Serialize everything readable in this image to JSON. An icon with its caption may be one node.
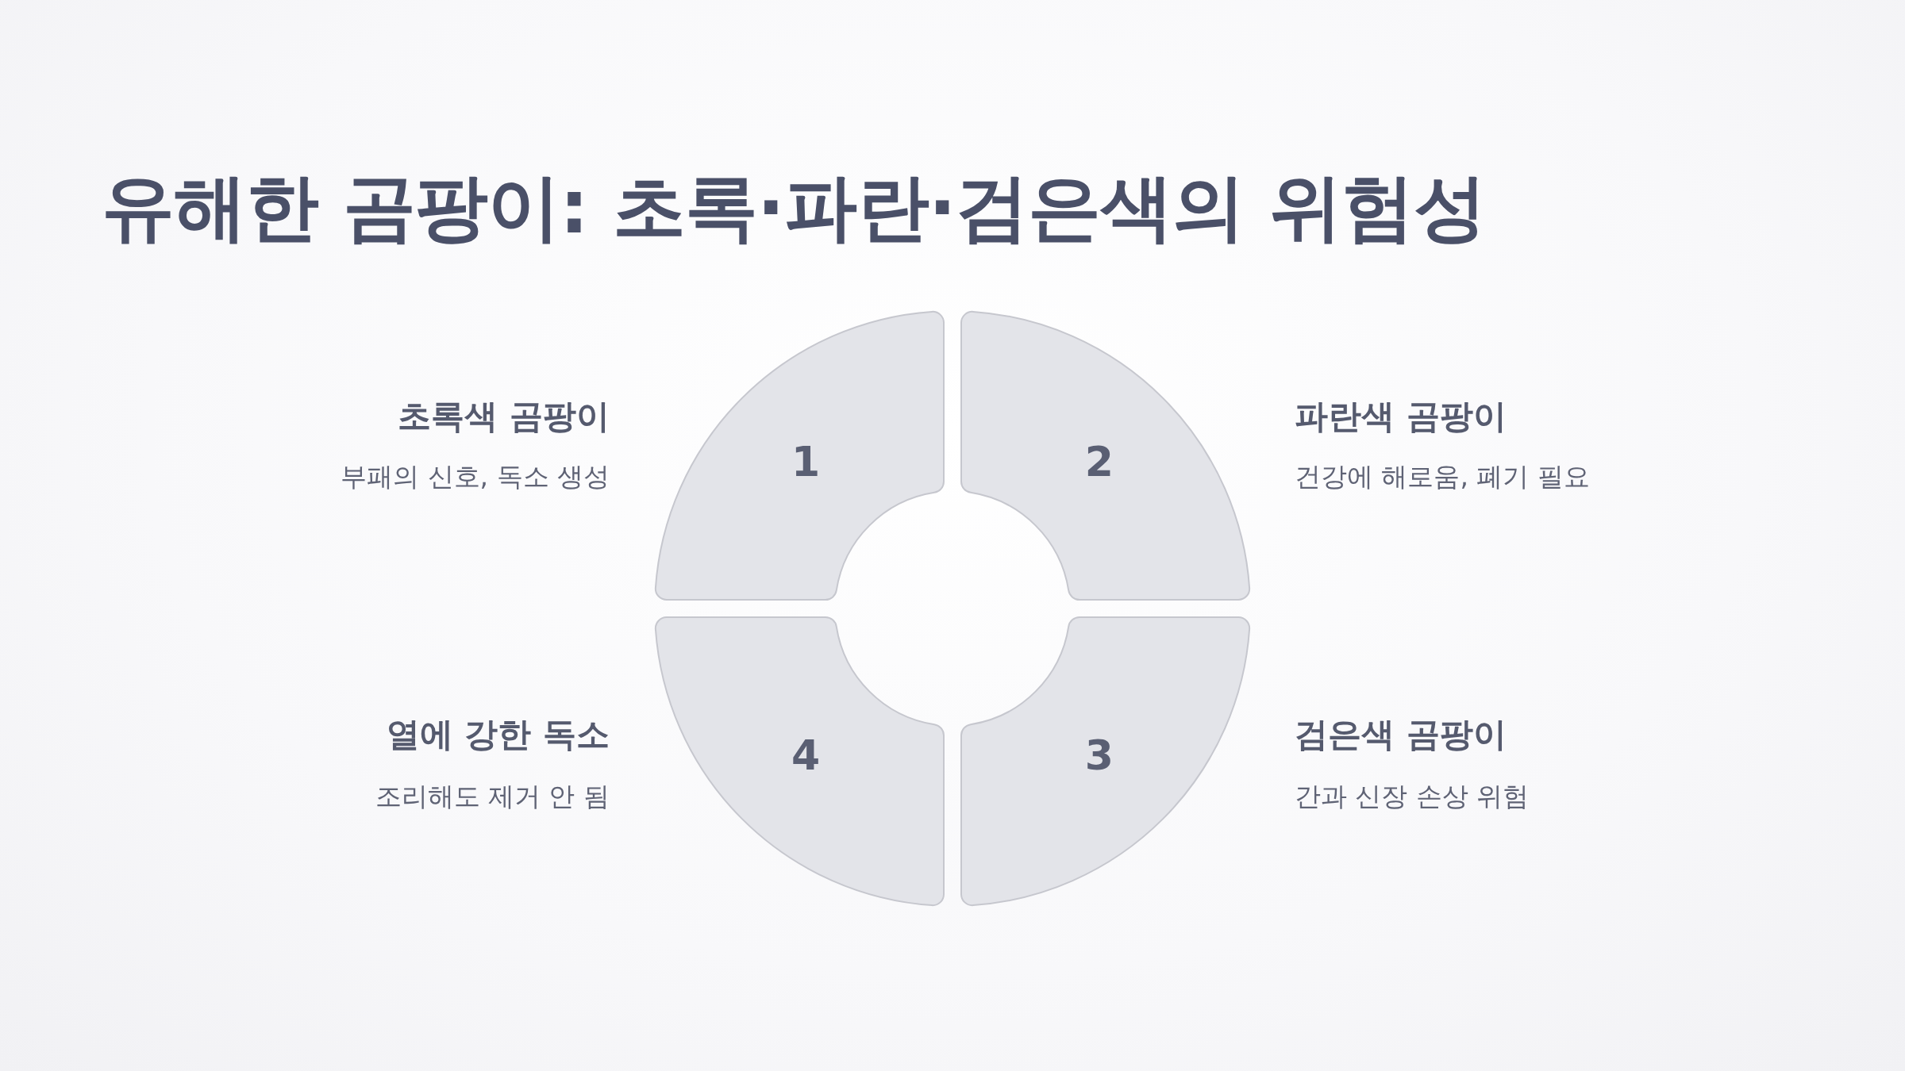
{
  "diagram": {
    "title": "유해한 곰팡이: 초록·파란·검은색의 위험성",
    "nodes": [
      {
        "text": [
          "1"
        ],
        "beside": [
          "초록색 곰팡이",
          "부패의 신호, 독소 생성"
        ]
      },
      {
        "text": [
          "2"
        ],
        "beside": [
          "파란색 곰팡이",
          "건강에 해로움, 폐기 필요"
        ]
      },
      {
        "text": [
          "3"
        ],
        "beside": [
          "검은색 곰팡이",
          "간과 신장 손상 위험"
        ]
      },
      {
        "text": [
          "4"
        ],
        "beside": [
          "열에 강한 독소",
          "조리해도 제거 안 됨"
        ]
      }
    ]
  }
}
